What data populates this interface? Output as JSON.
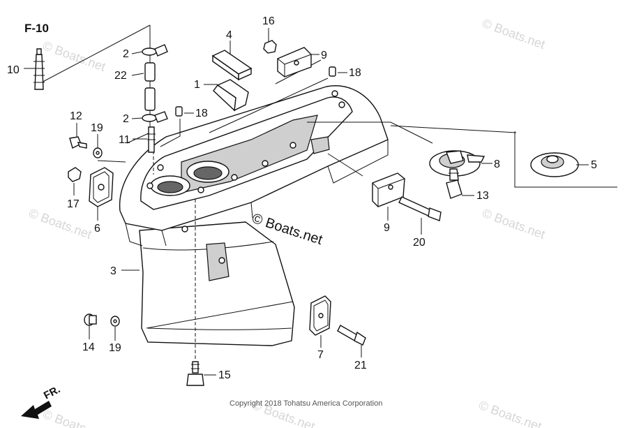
{
  "figure_ref": "F-10",
  "direction_label": "FR.",
  "center_watermark": "© Boats.net",
  "copyright": "Copyright 2018 Tohatsu America Corporation",
  "watermark_text": "© Boats.net",
  "callouts": {
    "c1": "1",
    "c2a": "2",
    "c2b": "2",
    "c3": "3",
    "c4": "4",
    "c5": "5",
    "c6": "6",
    "c7": "7",
    "c8": "8",
    "c9a": "9",
    "c9b": "9",
    "c10": "10",
    "c11": "11",
    "c12": "12",
    "c13": "13",
    "c14": "14",
    "c15": "15",
    "c16": "16",
    "c17": "17",
    "c18a": "18",
    "c18b": "18",
    "c19a": "19",
    "c19b": "19",
    "c20": "20",
    "c21": "21",
    "c22": "22"
  }
}
